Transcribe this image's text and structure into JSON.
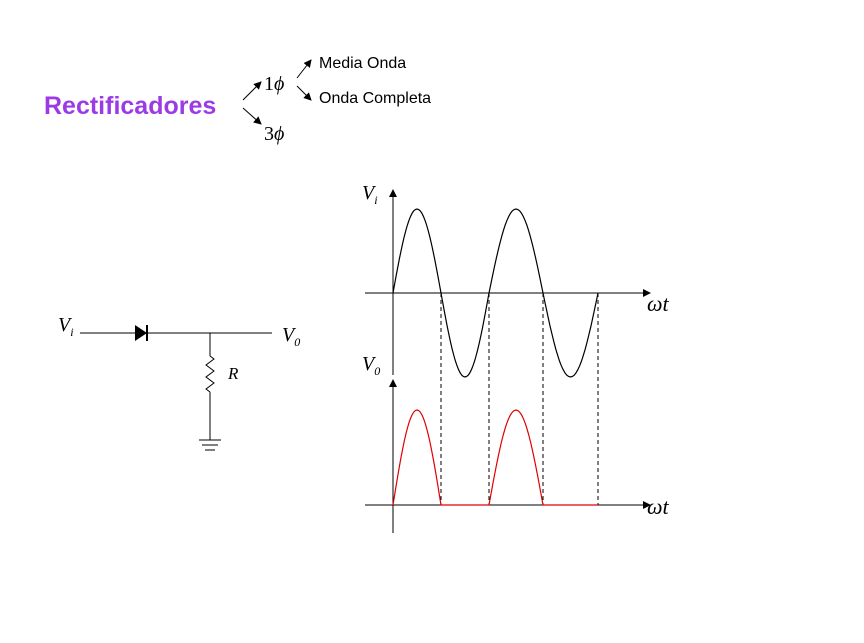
{
  "title": "Rectificadores",
  "tree": {
    "single_phase": {
      "num": "1",
      "sym": "ϕ"
    },
    "three_phase": {
      "num": "3",
      "sym": "ϕ"
    },
    "branches": [
      "Media Onda",
      "Onda Completa"
    ]
  },
  "circuit": {
    "input_label": "V",
    "input_sub": "i",
    "output_label": "V",
    "output_sub": "0",
    "resistor_label": "R"
  },
  "graphs": {
    "top": {
      "y_label": "V",
      "y_sub": "i",
      "x_label_w": "ω",
      "x_label_t": "t"
    },
    "bottom": {
      "y_label": "V",
      "y_sub": "0",
      "x_label_w": "ω",
      "x_label_t": "t"
    }
  },
  "colors": {
    "title": "#9b3be6",
    "rectified": "#e00000",
    "line": "#000000"
  }
}
